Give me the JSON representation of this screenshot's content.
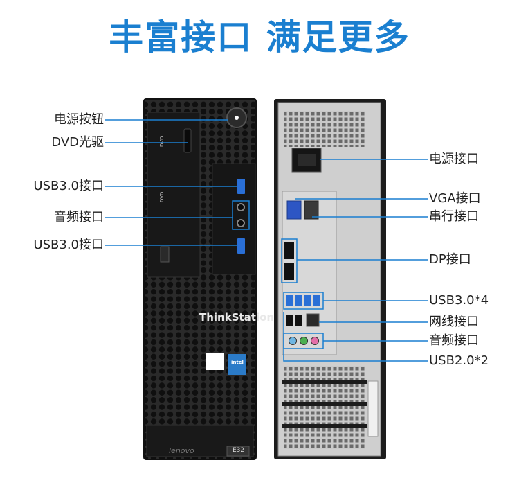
{
  "title": "丰富接口 满足更多",
  "front": {
    "brand": "ThinkStation",
    "logo": "lenovo",
    "model": "E32"
  },
  "labels": {
    "power_button": "电源按钮",
    "dvd_drive": "DVD光驱",
    "usb30_front_top": "USB3.0接口",
    "audio_front": "音频接口",
    "usb30_front_bottom": "USB3.0接口",
    "power_port": "电源接口",
    "vga_port": "VGA接口",
    "serial_port": "串行接口",
    "dp_port": "DP接口",
    "usb30_rear": "USB3.0*4",
    "ethernet_port": "网线接口",
    "audio_rear": "音频接口",
    "usb20_rear": "USB2.0*2"
  },
  "colors": {
    "accent": "#1a7fd0",
    "leader_line": "#1a7fd0",
    "case_body": "#1e1e1e",
    "usb3_port": "#2a6fd6",
    "audio_green": "#4caf50",
    "audio_pink": "#e36fa8",
    "audio_blue": "#6fb6e3"
  }
}
